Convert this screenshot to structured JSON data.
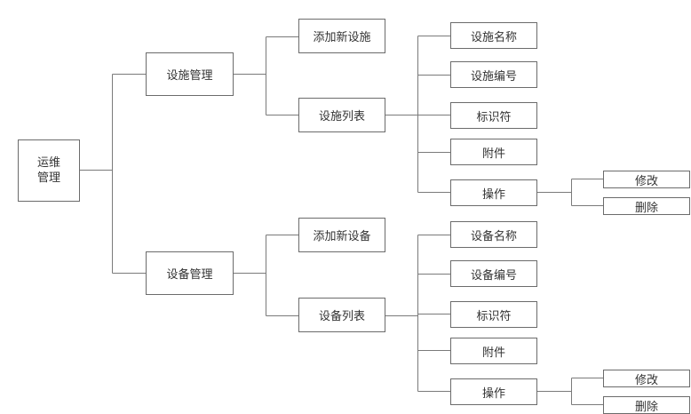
{
  "diagram": {
    "root": {
      "label": "运维\n管理"
    },
    "facility": {
      "label": "设施管理",
      "add": "添加新设施",
      "list": "设施列表",
      "fields": [
        "设施名称",
        "设施编号",
        "标识符",
        "附件"
      ],
      "ops": "操作",
      "ops_children": [
        "修改",
        "删除"
      ]
    },
    "equipment": {
      "label": "设备管理",
      "add": "添加新设备",
      "list": "设备列表",
      "fields": [
        "设备名称",
        "设备编号",
        "标识符",
        "附件"
      ],
      "ops": "操作",
      "ops_children": [
        "修改",
        "删除"
      ]
    }
  }
}
